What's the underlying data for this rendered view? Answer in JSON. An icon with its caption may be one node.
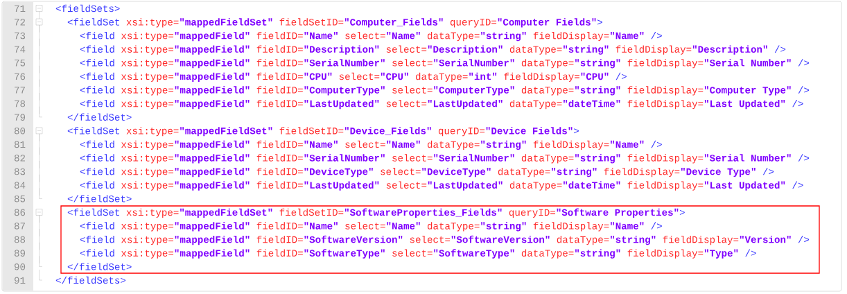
{
  "diagram": {
    "nodes": [
      {
        "text": [],
        "shape": "box"
      }
    ],
    "labels": [
      "71",
      "<fieldSets>",
      "72",
      "<fieldSet",
      "xsi:type=",
      "\"mappedFieldSet\"",
      "fieldSetID=",
      "\"Computer_Fields\"",
      "queryID=",
      "\"Computer Fields\"",
      ">",
      "73",
      "<field",
      "xsi:type=",
      "\"mappedField\"",
      "fieldID=",
      "\"Name\"",
      "select=",
      "\"Name\"",
      "dataType=",
      "\"string\"",
      "fieldDisplay=",
      "\"Name\"",
      "/>",
      "74",
      "<field",
      "xsi:type=",
      "\"mappedField\"",
      "fieldID=",
      "\"Description\"",
      "select=",
      "\"Description\"",
      "dataType=",
      "\"string\"",
      "fieldDisplay=",
      "\"Description\"",
      "/>",
      "75",
      "<field",
      "xsi:type=",
      "\"mappedField\"",
      "fieldID=",
      "\"SerialNumber\"",
      "select=",
      "\"SerialNumber\"",
      "dataType=",
      "\"string\"",
      "fieldDisplay=",
      "\"Serial Number\"",
      "/>",
      "76",
      "<field",
      "xsi:type=",
      "\"mappedField\"",
      "fieldID=",
      "\"CPU\"",
      "select=",
      "\"CPU\"",
      "dataType=",
      "\"int\"",
      "fieldDisplay=",
      "\"CPU\"",
      "/>",
      "77",
      "<field",
      "xsi:type=",
      "\"mappedField\"",
      "fieldID=",
      "\"ComputerType\"",
      "select=",
      "\"ComputerType\"",
      "dataType=",
      "\"string\"",
      "fieldDisplay=",
      "\"Computer Type\"",
      "/>",
      "78",
      "<field",
      "xsi:type=",
      "\"mappedField\"",
      "fieldID=",
      "\"LastUpdated\"",
      "select=",
      "\"LastUpdated\"",
      "dataType=",
      "\"dateTime\"",
      "fieldDisplay=",
      "\"Last Updated\"",
      "/>",
      "79",
      "</fieldSet>",
      "80",
      "<fieldSet",
      "xsi:type=",
      "\"mappedFieldSet\"",
      "fieldSetID=",
      "\"Device_Fields\"",
      "queryID=",
      "\"Device Fields\"",
      ">",
      "81",
      "<field",
      "xsi:type=",
      "\"mappedField\"",
      "fieldID=",
      "\"Name\"",
      "select=",
      "\"Name\"",
      "dataType=",
      "\"string\"",
      "fieldDisplay=",
      "\"Name\"",
      "/>",
      "82",
      "<field",
      "xsi:type=",
      "\"mappedField\"",
      "fieldID=",
      "\"SerialNumber\"",
      "select=",
      "\"SerialNumber\"",
      "dataType=",
      "\"string\"",
      "fieldDisplay=",
      "\"Serial Number\"",
      "/>",
      "83",
      "<field",
      "xsi:type=",
      "\"mappedField\"",
      "fieldID=",
      "\"DeviceType\"",
      "select=",
      "\"DeviceType\"",
      "dataType=",
      "\"string\"",
      "fieldDisplay=",
      "\"Device Type\"",
      "/>",
      "84",
      "<field",
      "xsi:type=",
      "\"mappedField\"",
      "fieldID=",
      "\"LastUpdated\"",
      "select=",
      "\"LastUpdated\"",
      "dataType=",
      "\"dateTime\"",
      "fieldDisplay=",
      "\"Last Updated\"",
      "/>",
      "85",
      "</fieldSet>",
      "86",
      "<fieldSet",
      "xsi:type=",
      "\"mappedFieldSet\"",
      "fieldSetID=",
      "\"SoftwareProperties_Fields\"",
      "queryID=",
      "\"Software Properties\"",
      ">",
      "87",
      "<field",
      "xsi:type=",
      "\"mappedField\"",
      "fieldID=",
      "\"Name\"",
      "select=",
      "\"Name\"",
      "dataType=",
      "\"string\"",
      "fieldDisplay=",
      "\"Name\"",
      "/>",
      "88",
      "<field",
      "xsi:type=",
      "\"mappedField\"",
      "fieldID=",
      "\"SoftwareVersion\"",
      "select=",
      "\"SoftwareVersion\"",
      "dataType=",
      "\"string\"",
      "fieldDisplay=",
      "\"Version\"",
      "/>",
      "89",
      "<field",
      "xsi:type=",
      "\"mappedField\"",
      "fieldID=",
      "\"SoftwareType\"",
      "select=",
      "\"SoftwareType\"",
      "dataType=",
      "\"string\"",
      "fieldDisplay=",
      "\"Type\"",
      "/>",
      "90",
      "</fieldSet>",
      "91",
      "</fieldSets>"
    ]
  }
}
